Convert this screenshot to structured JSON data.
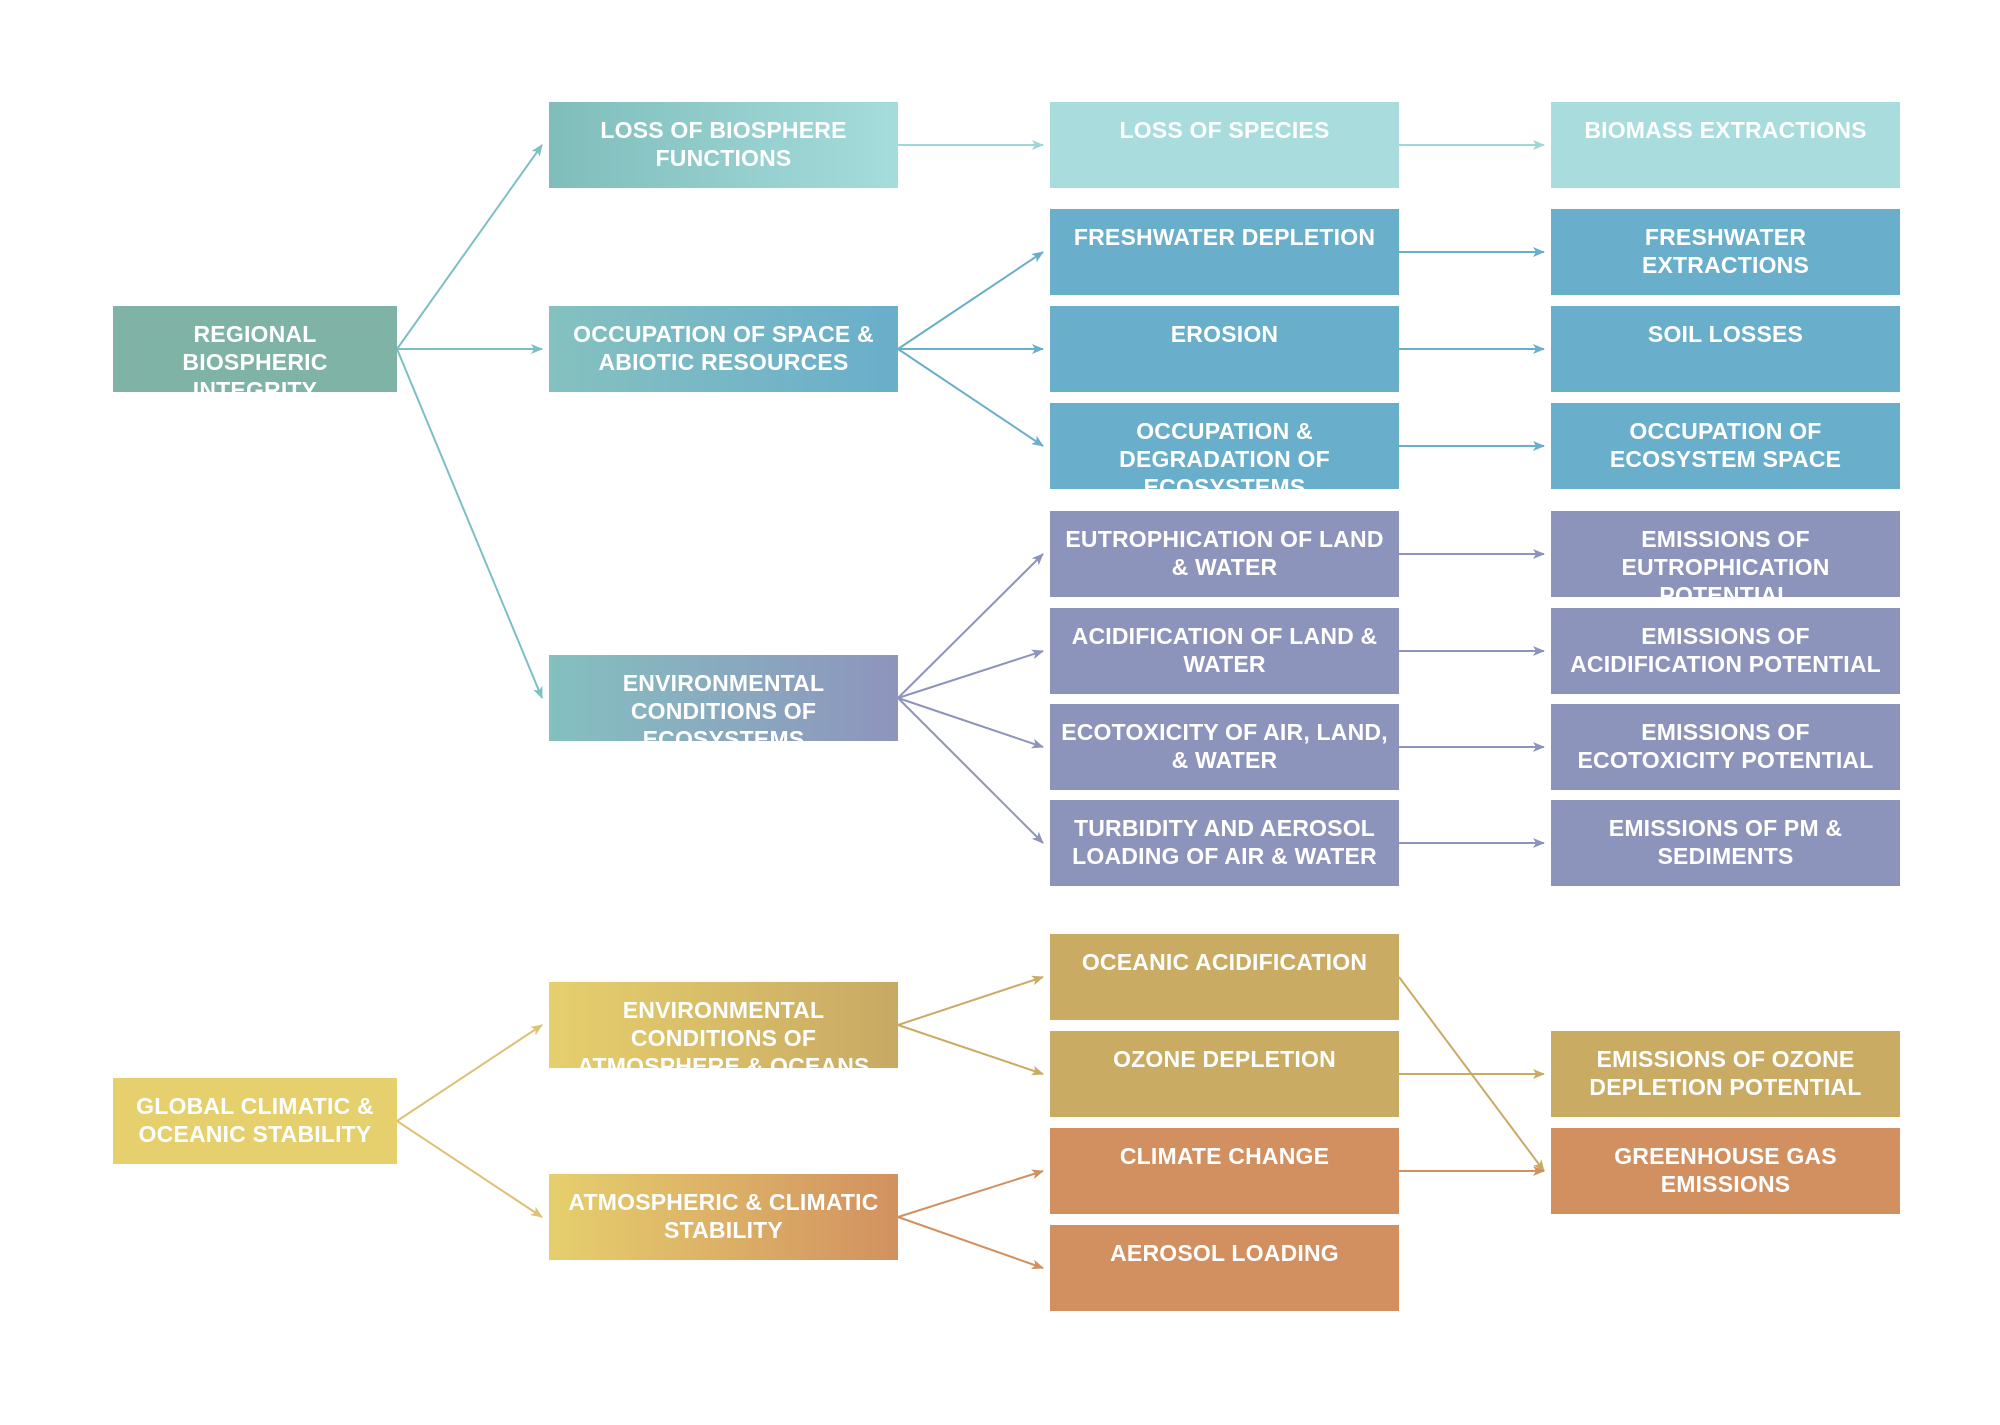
{
  "nodes": {
    "regional": "REGIONAL BIOSPHERIC INTEGRITY",
    "loss_biosphere": "LOSS OF BIOSPHERE FUNCTIONS",
    "occupation": "OCCUPATION OF SPACE & ABIOTIC RESOURCES",
    "env_eco": "ENVIRONMENTAL CONDITIONS OF ECOSYSTEMS",
    "loss_species": "LOSS OF SPECIES",
    "fresh_dep": "FRESHWATER DEPLETION",
    "erosion": "EROSION",
    "occ_degr": "OCCUPATION & DEGRADATION OF ECOSYSTEMS",
    "eutro": "EUTROPHICATION OF LAND & WATER",
    "acid": "ACIDIFICATION OF LAND & WATER",
    "ecotox": "ECOTOXICITY OF AIR, LAND, & WATER",
    "turb": "TURBIDITY AND AEROSOL LOADING OF AIR & WATER",
    "biomass": "BIOMASS EXTRACTIONS",
    "fresh_ext": "FRESHWATER EXTRACTIONS",
    "soil": "SOIL LOSSES",
    "occ_space": "OCCUPATION OF ECOSYSTEM SPACE",
    "em_eutro": "EMISSIONS OF EUTROPHICATION POTENTIAL",
    "em_acid": "EMISSIONS OF ACIDIFICATION POTENTIAL",
    "em_ecotox": "EMISSIONS OF ECOTOXICITY POTENTIAL",
    "em_pm": "EMISSIONS OF PM & SEDIMENTS",
    "global": "GLOBAL CLIMATIC & OCEANIC STABILITY",
    "env_atm": "ENVIRONMENTAL CONDITIONS OF ATMOSPHERE & OCEANS",
    "atm_stab": "ATMOSPHERIC & CLIMATIC STABILITY",
    "ocean_acid": "OCEANIC ACIDIFICATION",
    "ozone": "OZONE DEPLETION",
    "climate": "CLIMATE CHANGE",
    "aerosol": "AEROSOL LOADING",
    "em_ozone": "EMISSIONS OF OZONE DEPLETION POTENTIAL",
    "ghg": "GREENHOUSE GAS EMISSIONS"
  },
  "edges": [
    {
      "from": "regional",
      "to": "loss_biosphere",
      "color": "#7dbfc4"
    },
    {
      "from": "regional",
      "to": "occupation",
      "color": "#7dbfc4"
    },
    {
      "from": "regional",
      "to": "env_eco",
      "color": "#7dbfc4"
    },
    {
      "from": "loss_biosphere",
      "to": "loss_species",
      "color": "#9fd6d8"
    },
    {
      "from": "loss_species",
      "to": "biomass",
      "color": "#9fd6d8"
    },
    {
      "from": "occupation",
      "to": "fresh_dep",
      "color": "#69aecb"
    },
    {
      "from": "occupation",
      "to": "erosion",
      "color": "#69aecb"
    },
    {
      "from": "occupation",
      "to": "occ_degr",
      "color": "#69aecb"
    },
    {
      "from": "fresh_dep",
      "to": "fresh_ext",
      "color": "#69aecb"
    },
    {
      "from": "erosion",
      "to": "soil",
      "color": "#69aecb"
    },
    {
      "from": "occ_degr",
      "to": "occ_space",
      "color": "#69aecb"
    },
    {
      "from": "env_eco",
      "to": "eutro",
      "color": "#8d94bb"
    },
    {
      "from": "env_eco",
      "to": "acid",
      "color": "#8d94bb"
    },
    {
      "from": "env_eco",
      "to": "ecotox",
      "color": "#8d94bb"
    },
    {
      "from": "env_eco",
      "to": "turb",
      "color": "#8d94bb"
    },
    {
      "from": "eutro",
      "to": "em_eutro",
      "color": "#8d94bb"
    },
    {
      "from": "acid",
      "to": "em_acid",
      "color": "#8d94bb"
    },
    {
      "from": "ecotox",
      "to": "em_ecotox",
      "color": "#8d94bb"
    },
    {
      "from": "turb",
      "to": "em_pm",
      "color": "#8d94bb"
    },
    {
      "from": "global",
      "to": "env_atm",
      "color": "#dcc274"
    },
    {
      "from": "global",
      "to": "atm_stab",
      "color": "#dcc274"
    },
    {
      "from": "env_atm",
      "to": "ocean_acid",
      "color": "#c9ab64"
    },
    {
      "from": "env_atm",
      "to": "ozone",
      "color": "#c9ab64"
    },
    {
      "from": "atm_stab",
      "to": "climate",
      "color": "#d28f60"
    },
    {
      "from": "atm_stab",
      "to": "aerosol",
      "color": "#d28f60"
    },
    {
      "from": "ocean_acid",
      "to": "ghg",
      "color": "#c9ab64"
    },
    {
      "from": "ozone",
      "to": "em_ozone",
      "color": "#c9ab64"
    },
    {
      "from": "climate",
      "to": "ghg",
      "color": "#d28f60"
    }
  ]
}
